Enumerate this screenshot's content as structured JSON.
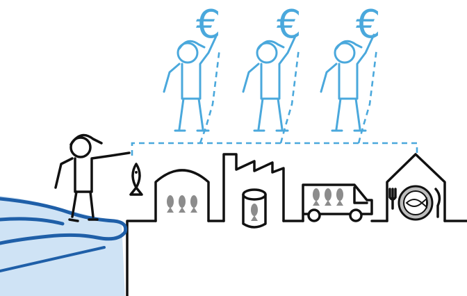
{
  "currency_symbol": "€",
  "colors": {
    "accent_blue": "#4aa8dc",
    "hand_blue": "#1f5fa8",
    "hand_fill": "#cfe3f5",
    "ink": "#111111",
    "fish_gray": "#8c8c8c",
    "plate_gray": "#bdbdbd"
  },
  "value_chain": [
    "fisher",
    "market-hall",
    "factory",
    "truck",
    "restaurant"
  ],
  "beneficiaries": 3
}
